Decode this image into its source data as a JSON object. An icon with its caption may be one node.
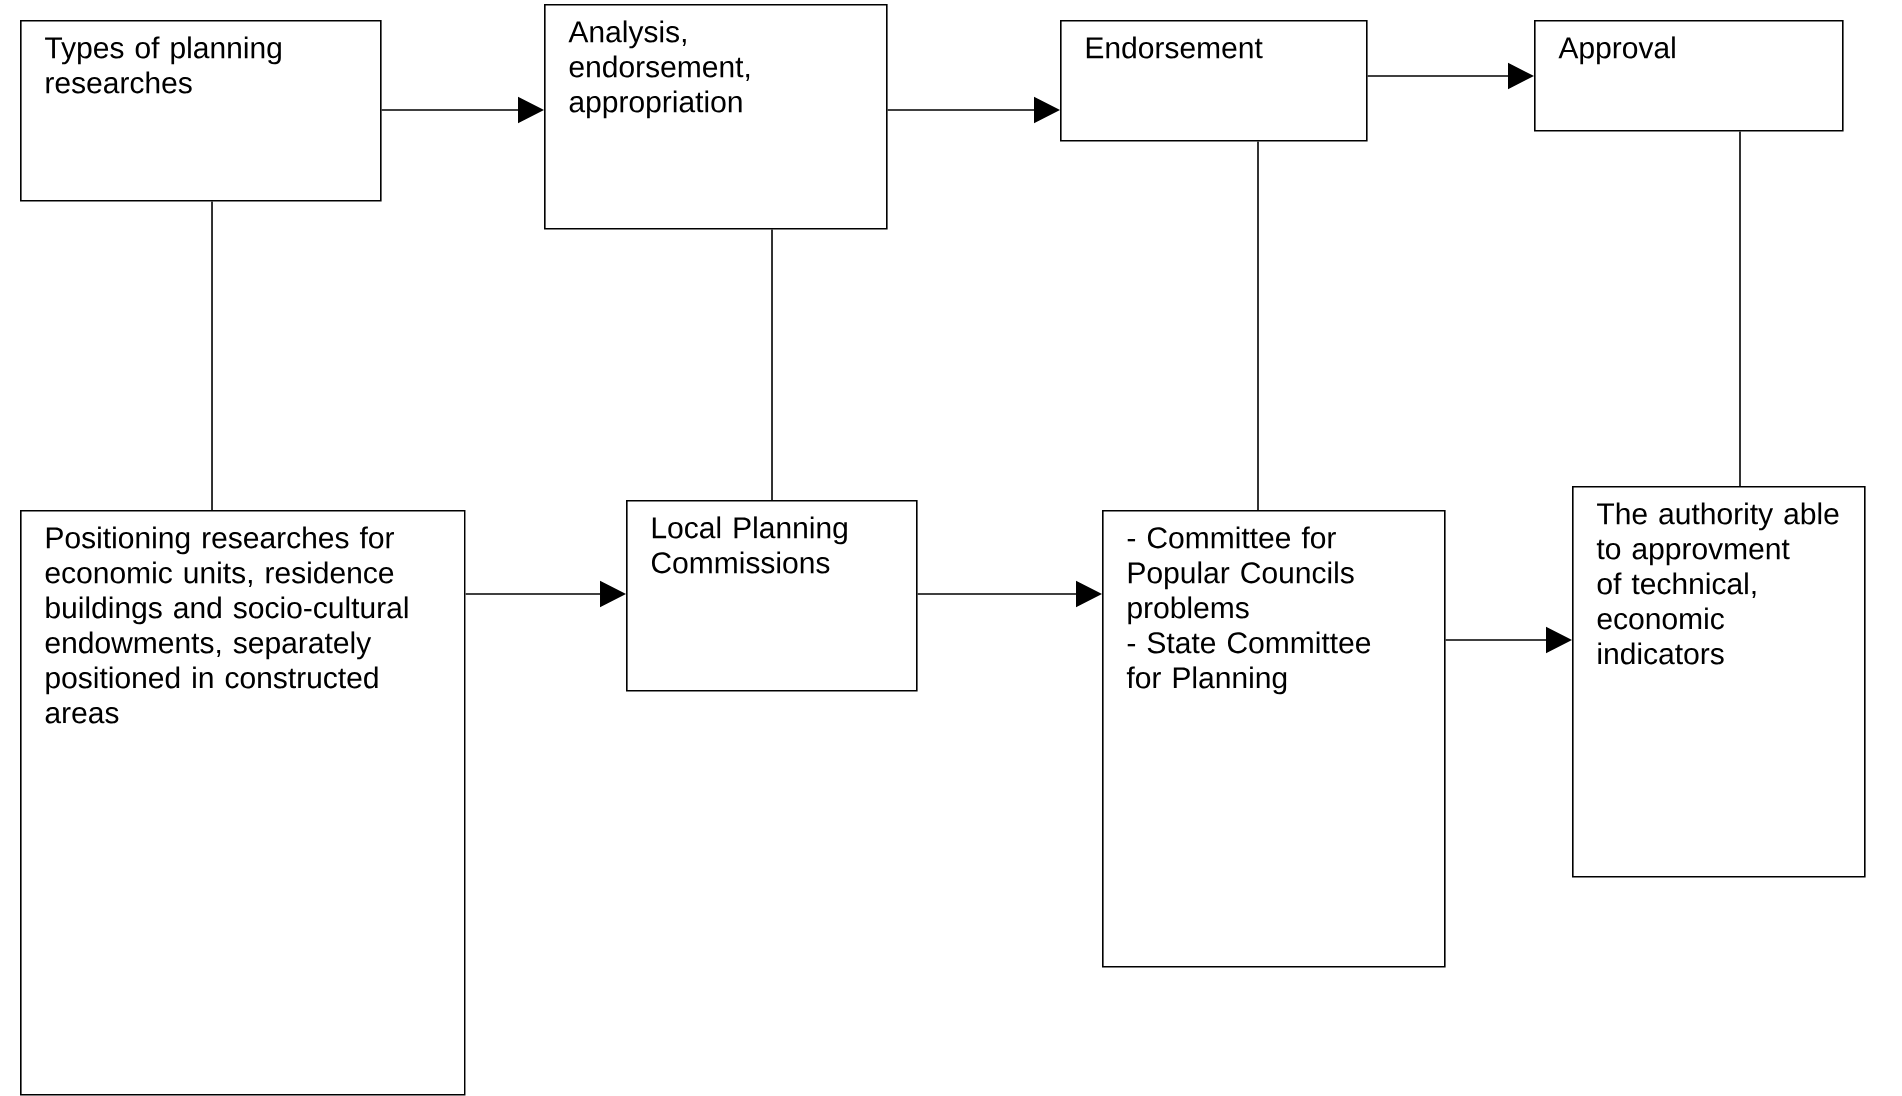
{
  "diagram": {
    "nodes": [
      {
        "text": [
          "Types of planning researches"
        ]
      },
      {
        "text": [
          "Analysis, endorsement, appropriation"
        ]
      },
      {
        "text": [
          "Endorsement"
        ]
      },
      {
        "text": [
          "Approval"
        ]
      },
      {
        "text": [
          "Positioning researches for economic units, residence buildings and socio-cultural endowments, separately positioned in constructed areas"
        ]
      },
      {
        "text": [
          "Local Planning Commissions"
        ]
      },
      {
        "text": [
          "- Committee for Popular Councils problems",
          "- State Committee for Planning"
        ]
      },
      {
        "text": [
          "The authority able to approvment of technical, economic indicators"
        ]
      }
    ],
    "edges": [
      {
        "from": 0,
        "to": 1,
        "arrow": "to"
      },
      {
        "from": 1,
        "to": 2,
        "arrow": "to"
      },
      {
        "from": 2,
        "to": 3,
        "arrow": "to"
      },
      {
        "from": 0,
        "to": 4,
        "arrow": "none"
      },
      {
        "from": 1,
        "to": 5,
        "arrow": "none"
      },
      {
        "from": 2,
        "to": 6,
        "arrow": "none"
      },
      {
        "from": 3,
        "to": 7,
        "arrow": "none"
      },
      {
        "from": 4,
        "to": 5,
        "arrow": "to"
      },
      {
        "from": 5,
        "to": 6,
        "arrow": "to"
      },
      {
        "from": 6,
        "to": 7,
        "arrow": "to"
      }
    ]
  }
}
